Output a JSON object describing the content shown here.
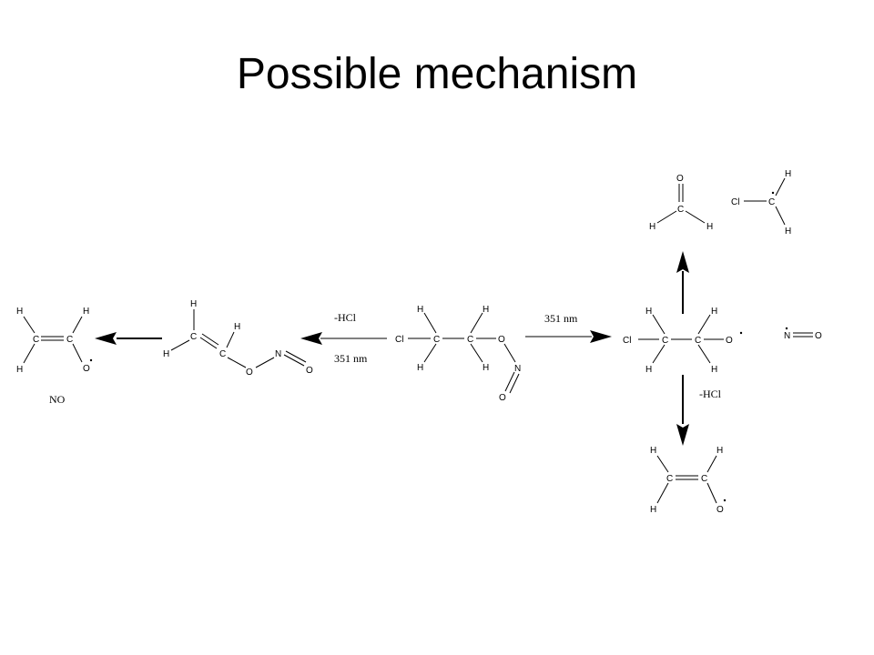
{
  "slide": {
    "title": "Possible mechanism"
  },
  "atoms": {
    "c": "C",
    "h": "H",
    "o": "O",
    "n": "N",
    "cl": "Cl"
  },
  "conditions": {
    "hv": "351 nm",
    "minus_hcl": "-HCl"
  },
  "labels": {
    "no_product": "NO"
  }
}
